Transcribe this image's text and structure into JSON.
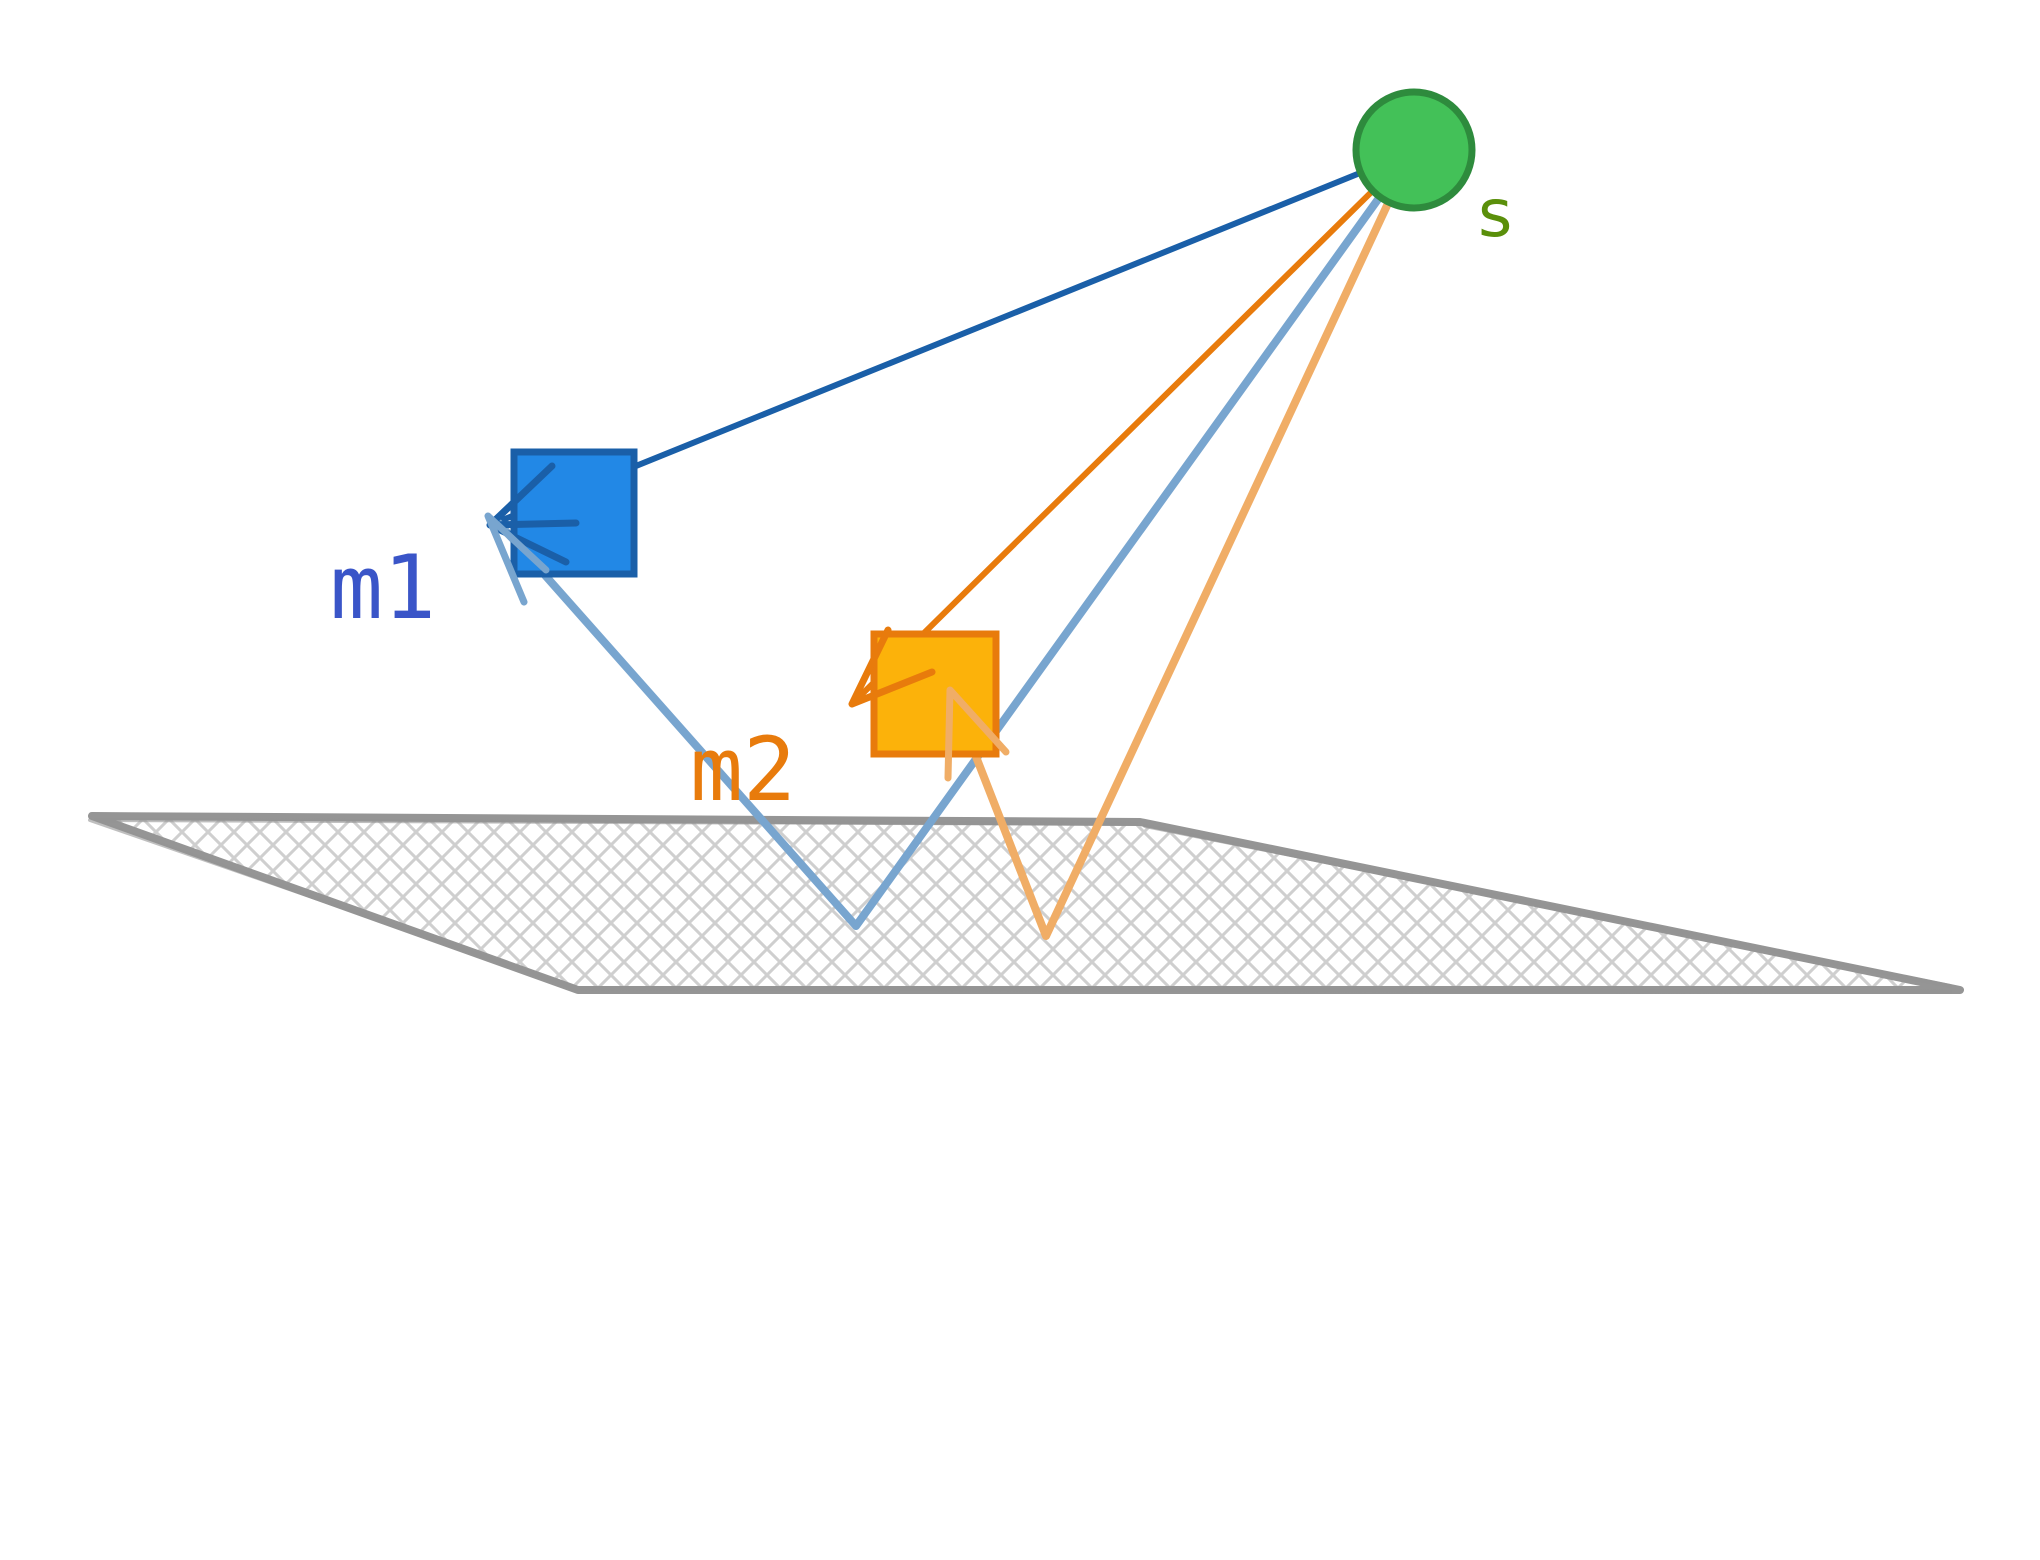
{
  "diagram": {
    "labels": {
      "m1": "m1",
      "m2": "m2",
      "source": "s"
    },
    "icons": {
      "source": "green-circle-icon",
      "m1": "blue-square-icon",
      "m2": "orange-square-icon",
      "ground": "hatched-ground-plane"
    },
    "colors": {
      "source_fill": "#43c158",
      "source_stroke": "#2e8b3d",
      "source_label": "#5a8f0a",
      "m1_fill": "#2288e6",
      "m1_stroke": "#1a5fa8",
      "m1_label": "#3a55c8",
      "m2_fill": "#fcb20a",
      "m2_stroke": "#e87b0c",
      "m2_label": "#e87b0c",
      "ray_m1_direct": "#1a5fa8",
      "ray_m1_reflected": "#78a5cf",
      "ray_m2_direct": "#e87b0c",
      "ray_m2_reflected": "#f0ad66",
      "ground_edge": "#959595",
      "ground_hatch": "#cfcfcf"
    }
  }
}
